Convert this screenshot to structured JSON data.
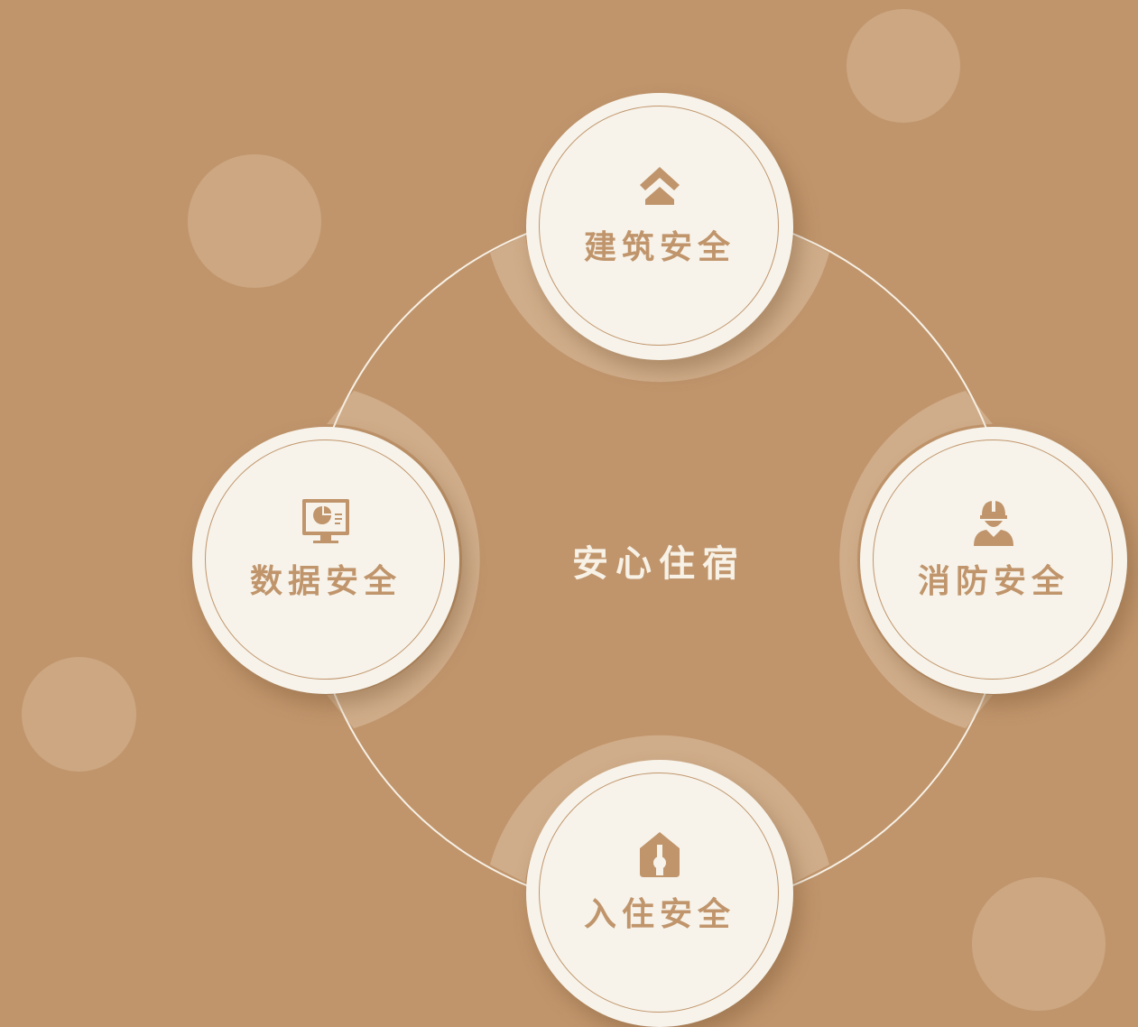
{
  "center": {
    "title": "安心住宿"
  },
  "nodes": {
    "top": {
      "label": "建筑安全",
      "icon": "house-roof-icon"
    },
    "right": {
      "label": "消防安全",
      "icon": "worker-helmet-icon"
    },
    "bottom": {
      "label": "入住安全",
      "icon": "home-key-icon"
    },
    "left": {
      "label": "数据安全",
      "icon": "monitor-chart-icon"
    }
  },
  "colors": {
    "background": "#C0956C",
    "node_fill": "#F7F3EA",
    "accent": "#C0956C",
    "text_light": "#F7F1E6"
  }
}
